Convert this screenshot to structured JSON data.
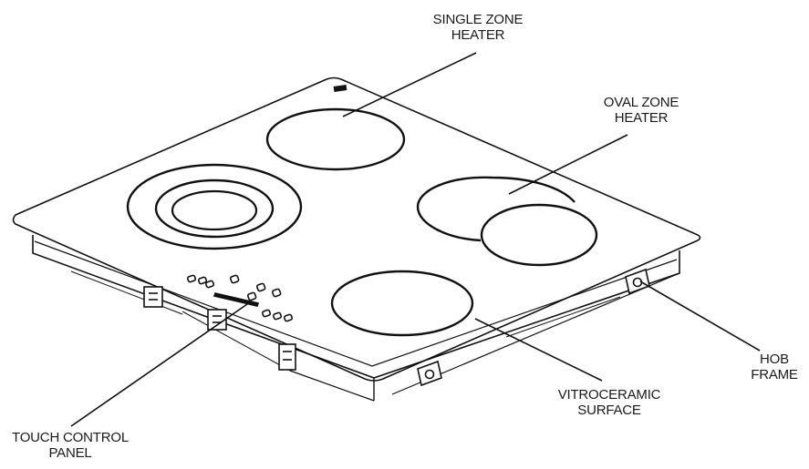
{
  "diagram": {
    "labels": {
      "single_zone": [
        "SINGLE ZONE",
        "HEATER"
      ],
      "oval_zone": [
        "OVAL ZONE",
        "HEATER"
      ],
      "hob_frame": [
        "HOB",
        "FRAME"
      ],
      "vitroceramic": [
        "VITROCERAMIC",
        "SURFACE"
      ],
      "touch_control": [
        "TOUCH CONTROL",
        "PANEL"
      ]
    }
  },
  "colors": {
    "line": "#111111",
    "background": "#ffffff"
  }
}
